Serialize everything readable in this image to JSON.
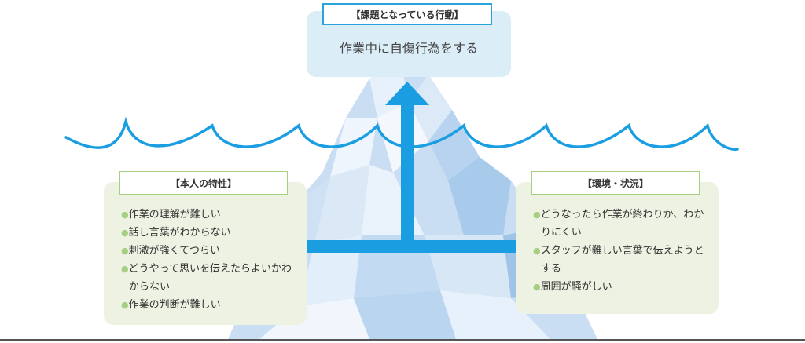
{
  "top_box": {
    "title": "【課題となっている行動】",
    "text": "作業中に自傷行為をする"
  },
  "left_box": {
    "title": "【本人の特性】",
    "items": [
      "作業の理解が難しい",
      "話し言葉がわからない",
      "刺激が強くてつらい",
      "どうやって思いを伝えたらよいかわからない",
      "作業の判断が難しい"
    ]
  },
  "right_box": {
    "title": "【環境・状況】",
    "items": [
      "どうなったら作業が終わりか、わかりにくい",
      "スタッフが難しい言葉で伝えようとする",
      "周囲が騒がしい"
    ]
  },
  "colors": {
    "arrow": "#1a9ee1",
    "wave": "#1a9ee1",
    "iceberg_light": "#e6f1fb",
    "iceberg_mid": "#c9def3",
    "iceberg_dark": "#9fc4e8",
    "top_box_bg": "#dbeef8",
    "top_title_border": "#2aa2dc",
    "side_box_bg": "#eef2e3",
    "side_title_border": "#a6cf82",
    "bullet": "#a6cf82"
  }
}
